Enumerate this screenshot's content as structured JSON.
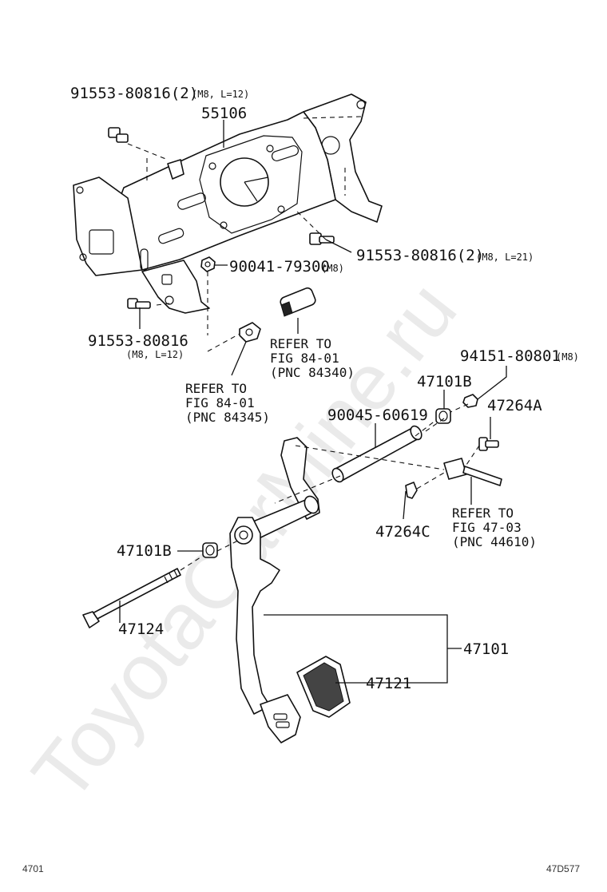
{
  "watermark": "ToyotaCarMine.ru",
  "footer": {
    "left": "4701",
    "right": "47D577"
  },
  "labels": {
    "bolt_top": {
      "part": "91553-80816(2)",
      "spec": "(M8, L=12)"
    },
    "bracket": "55106",
    "bolt_right": {
      "part": "91553-80816(2)",
      "spec": "(M8, L=21)"
    },
    "nut": {
      "part": "90041-79300",
      "spec": "(M8)"
    },
    "bolt_lower": {
      "part": "91553-80816",
      "spec": "(M8, L=12)"
    },
    "ref_84340": [
      "REFER TO",
      "FIG 84-01",
      "(PNC 84340)"
    ],
    "ref_84345": [
      "REFER TO",
      "FIG 84-01",
      "(PNC 84345)"
    ],
    "nut_right": {
      "part": "94151-80801",
      "spec": "(M8)"
    },
    "bushing_right": "47101B",
    "pin_right": "47264A",
    "collar": "90045-60619",
    "ref_44610": [
      "REFER TO",
      "FIG 47-03",
      "(PNC 44610)"
    ],
    "clip": "47264C",
    "bushing_left": "47101B",
    "long_bolt": "47124",
    "pedal": "47101",
    "pedal_pad": "47121"
  }
}
